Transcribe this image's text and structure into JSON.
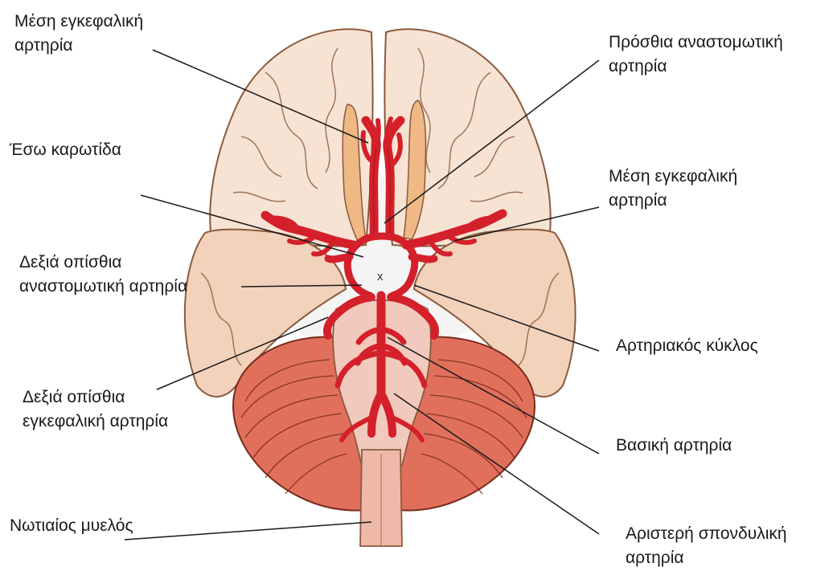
{
  "labels": {
    "mid_cerebral_left": {
      "line1": "Μέση εγκεφαλική",
      "line2": "αρτηρία"
    },
    "internal_carotid": {
      "line1": "Έσω καρωτίδα"
    },
    "right_post_communicating": {
      "line1": "Δεξιά οπίσθια",
      "line2": "αναστομωτική αρτηρία"
    },
    "right_post_cerebral": {
      "line1": "Δεξιά οπίσθια",
      "line2": "εγκεφαλική αρτηρία"
    },
    "spinal_cord": {
      "line1": "Νωτιαίος μυελός"
    },
    "ant_communicating": {
      "line1": "Πρόσθια αναστομωτική",
      "line2": "αρτηρία"
    },
    "mid_cerebral_right": {
      "line1": "Μέση εγκεφαλική",
      "line2": "αρτηρία"
    },
    "arterial_circle": {
      "line1": "Αρτηριακός κύκλος"
    },
    "basilar": {
      "line1": "Βασική αρτηρία"
    },
    "left_vertebral": {
      "line1": "Αριστερή σπονδυλική",
      "line2": "αρτηρία"
    }
  },
  "diagram": {
    "circle_marker": "x",
    "colors": {
      "artery": "#d4202a",
      "artery_outline": "#7a0a0e",
      "cerebrum_fill": "#f7e3d3",
      "cerebrum_outline": "#8a5a3c",
      "cerebellum_fill": "#e0705c",
      "brainstem_fill": "#f2c9bd",
      "olfactory_fill": "#f0b885",
      "leader_line": "#1a1a1a"
    }
  }
}
